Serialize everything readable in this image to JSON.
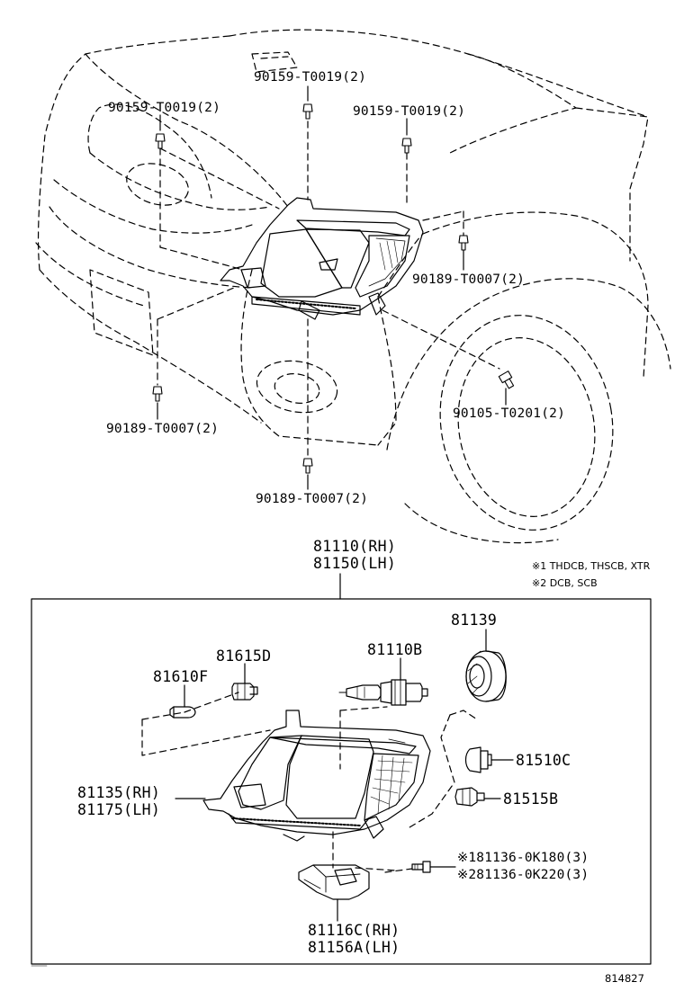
{
  "vehicle_callouts": {
    "clip_upper_center": "90159-T0019(2)",
    "clip_upper_left": "90159-T0019(2)",
    "clip_upper_right": "90159-T0019(2)",
    "clip_lower_right": "90189-T0007(2)",
    "screw_lower_right": "90105-T0201(2)",
    "clip_lower_left": "90189-T0007(2)",
    "clip_lower_center": "90189-T0007(2)"
  },
  "assembly": {
    "rh": "81110(RH)",
    "lh": "81150(LH)"
  },
  "notes": {
    "note1": "※1 THDCB, THSCB, XTR",
    "note2": "※2 DCB, SCB"
  },
  "parts": {
    "socket_cover": "81139",
    "bulb_headlamp": "81110B",
    "socket_side": "81615D",
    "bulb_side": "81610F",
    "bulb_turn": "81510C",
    "socket_turn": "81515B",
    "unit_rh": "81135(RH)",
    "unit_lh": "81175(LH)",
    "bolt_1": "※181136-0K180(3)",
    "bolt_2": "※281136-0K220(3)",
    "bracket_rh": "81116C(RH)",
    "bracket_lh": "81156A(LH)"
  },
  "page_number": "814827"
}
